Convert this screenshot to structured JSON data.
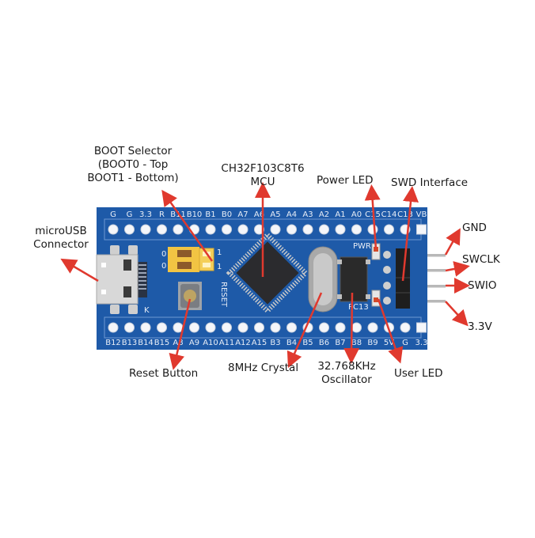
{
  "colors": {
    "board": "#1e5aa8",
    "board_dark": "#17498c",
    "arrow": "#e0392e",
    "header_yellow": "#f2c443",
    "chip": "#2b2b2e",
    "silk": "#e8eef7"
  },
  "board": {
    "top_pins": [
      "G",
      "G",
      "3.3",
      "R",
      "B11",
      "B10",
      "B1",
      "B0",
      "A7",
      "A6",
      "A5",
      "A4",
      "A3",
      "A2",
      "A1",
      "A0",
      "C15",
      "C14",
      "C13",
      "VB"
    ],
    "bottom_pins": [
      "B12",
      "B13",
      "B14",
      "B15",
      "A8",
      "A9",
      "A10",
      "A11",
      "A12",
      "A15",
      "B3",
      "B4",
      "B5",
      "B6",
      "B7",
      "B8",
      "B9",
      "5V",
      "G",
      "3.3"
    ],
    "silk_reset": "RESET",
    "silk_pwr": "PWR",
    "silk_pc13": "PC13",
    "silk_k": "K",
    "jumper_marks": [
      "0",
      "0",
      "1",
      "1"
    ]
  },
  "annotations": {
    "boot_selector": [
      "BOOT Selector",
      "(BOOT0 - Top",
      "BOOT1 - Bottom)"
    ],
    "mcu": [
      "CH32F103C8T6",
      "MCU"
    ],
    "power_led": "Power LED",
    "swd_interface": "SWD Interface",
    "microusb": [
      "microUSB",
      "Connector"
    ],
    "gnd": "GND",
    "swclk": "SWCLK",
    "swio": "SWIO",
    "v33": "3.3V",
    "reset_button": "Reset Button",
    "crystal_8mhz": "8MHz Crystal",
    "oscillator": [
      "32.768KHz",
      "Oscillator"
    ],
    "user_led": "User LED"
  }
}
